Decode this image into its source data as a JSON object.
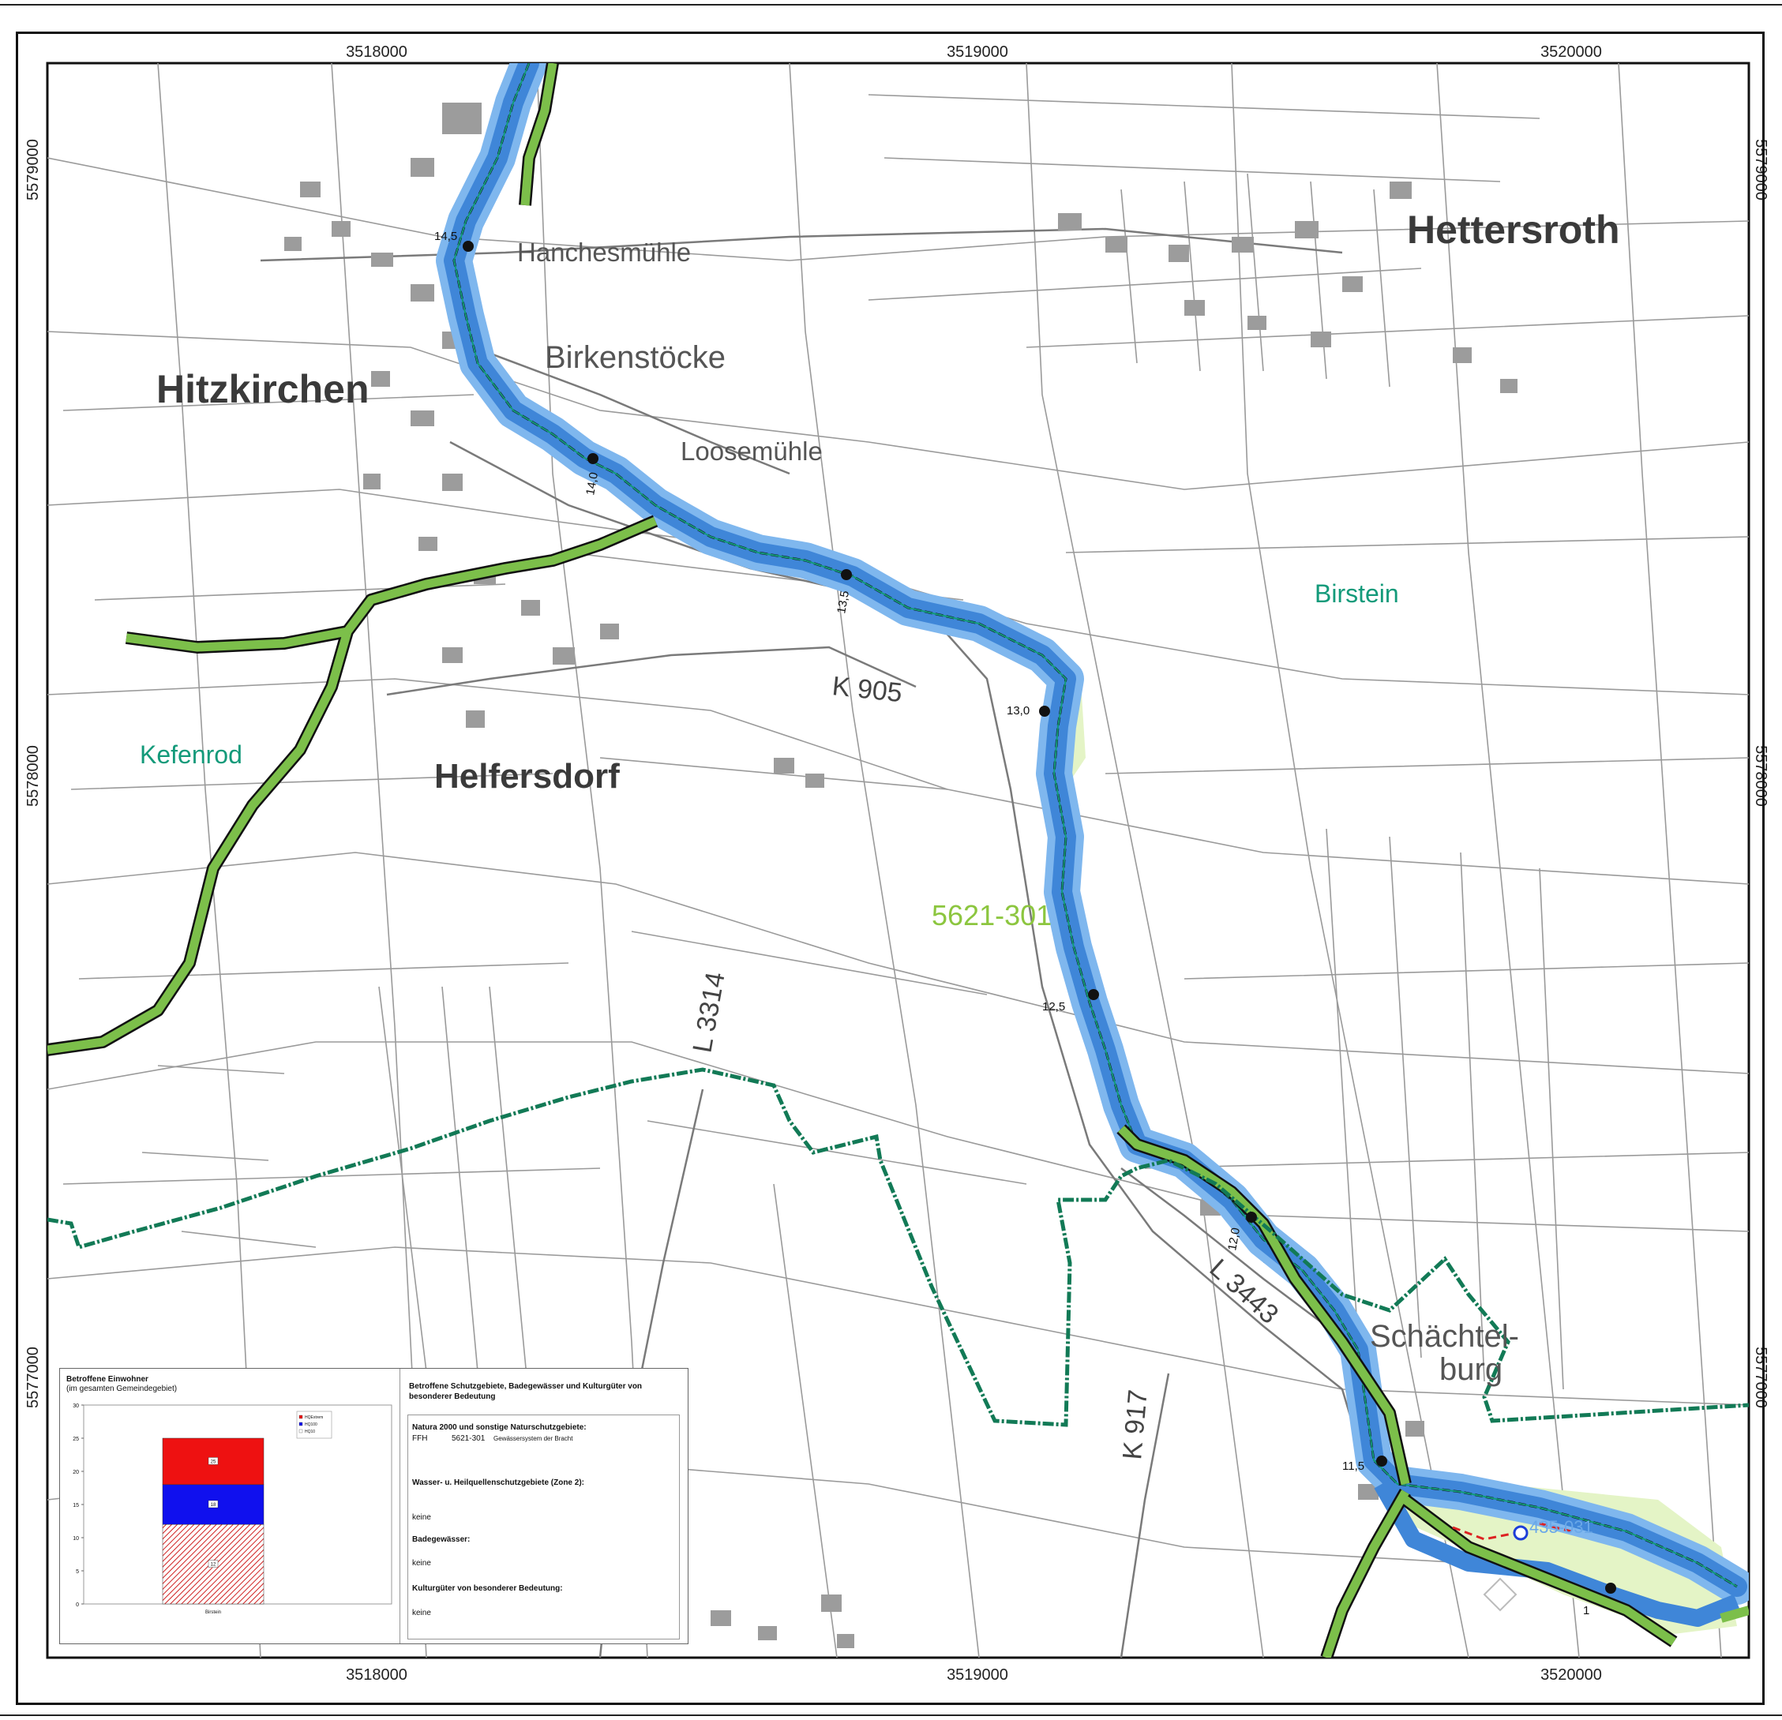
{
  "coordinates": {
    "x_top": [
      "3518000",
      "3519000",
      "3520000"
    ],
    "x_bottom": [
      "3518000",
      "3519000",
      "3520000"
    ],
    "y_left": [
      "5579000",
      "5578000",
      "5577000"
    ],
    "y_right": [
      "5579000",
      "5578000",
      "5577000"
    ]
  },
  "places": {
    "hitzkirchen": "Hitzkirchen",
    "hettersroth": "Hettersroth",
    "helfersdorf": "Helfersdorf",
    "hanchesmuehle": "Hanchesmühle",
    "birkenstoecke": "Birkenstöcke",
    "loosemuehle": "Loosemühle",
    "schaechtelburg_1": "Schächtel-",
    "schaechtelburg_2": "burg"
  },
  "municipalities": {
    "birstein": "Birstein",
    "kefenrod": "Kefenrod"
  },
  "protected_area_label": "5621-301",
  "roads": {
    "k905": "K 905",
    "l3314": "L 3314",
    "l3443": "L 3443",
    "k917": "K 917"
  },
  "river_km": [
    "14,5",
    "14,0",
    "13,5",
    "13,0",
    "12,5",
    "12,0",
    "11,5",
    "1"
  ],
  "water_body_id": "435-031",
  "colors": {
    "flood_extreme": "#7fb7ee",
    "flood_hq100": "#3f86d8",
    "floodplain_fill": "#e4f4c6",
    "municipal_border": "#7cbf4a",
    "ffh_border": "#127a56",
    "road_line": "#8a8a8a"
  },
  "legend": {
    "left_title": "Betroffene Einwohner",
    "left_subtitle": "(im gesamten Gemeindegebiet)",
    "right_title": "Betroffene Schutzgebiete, Badegewässer und Kulturgüter von besonderer Bedeutung",
    "natura_heading": "Natura 2000 und sonstige Naturschutzgebiete:",
    "ffh_type": "FFH",
    "ffh_id": "5621-301",
    "ffh_name": "Gewässersystem der Bracht",
    "water_heading": "Wasser- u. Heilquellenschutzgebiete (Zone 2):",
    "water_value": "keine",
    "bathing_heading": "Badegewässer:",
    "bathing_value": "keine",
    "culture_heading": "Kulturgüter von besonderer Bedeutung:",
    "culture_value": "keine"
  },
  "chart_data": {
    "type": "bar",
    "stacked": true,
    "categories": [
      "Birstein"
    ],
    "series": [
      {
        "name": "HQ10",
        "values": [
          12
        ],
        "color": "#e03030",
        "pattern": "hatched"
      },
      {
        "name": "HQ100",
        "values": [
          6
        ],
        "color": "#1010ee"
      },
      {
        "name": "HQExtrem",
        "values": [
          7
        ],
        "color": "#ee1111"
      }
    ],
    "data_labels": [
      "12",
      "18",
      "25"
    ],
    "ylim": [
      0,
      30
    ],
    "yticks": [
      0,
      5,
      10,
      15,
      20,
      25,
      30
    ],
    "legend_position": "top-right",
    "legend_entries": [
      "HQExtrem",
      "HQ100",
      "HQ10"
    ]
  }
}
